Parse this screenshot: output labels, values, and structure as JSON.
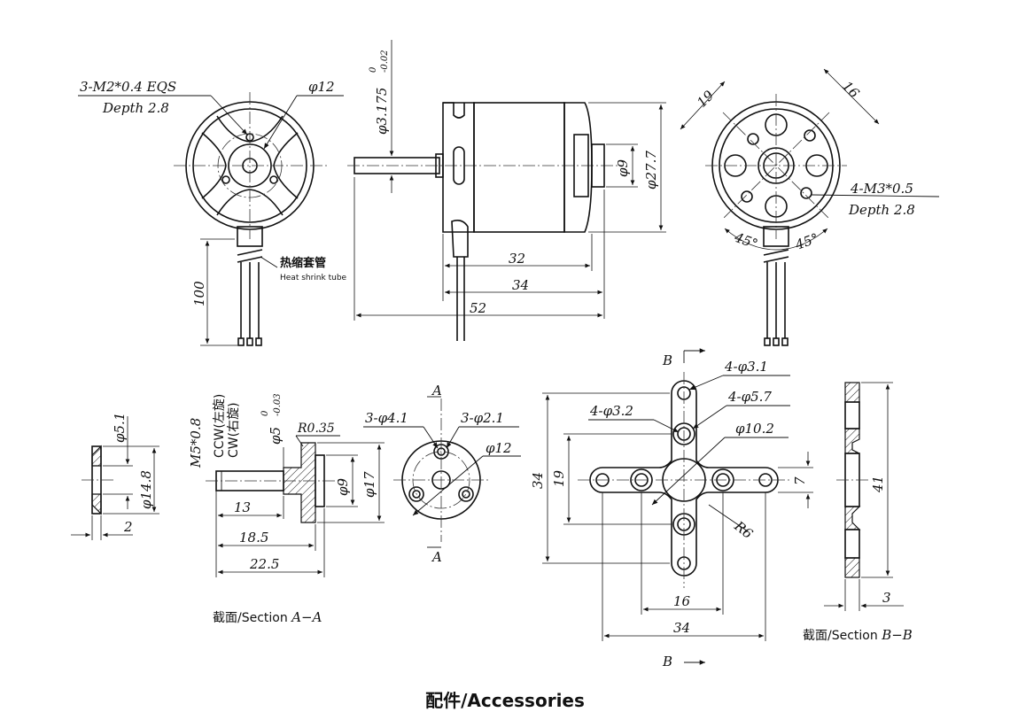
{
  "front_view": {
    "thread_label": "3-M2*0.4 EQS",
    "depth_label": "Depth 2.8",
    "dia_label": "φ12",
    "lead_length": "100",
    "heat_shrink_cn": "热缩套管",
    "heat_shrink_en": "Heat shrink tube"
  },
  "side_view": {
    "shaft_dia": "φ3.175",
    "shaft_tol_upper": "0",
    "shaft_tol_lower": "-0.02",
    "boss_dia": "φ9",
    "body_dia": "φ27.7",
    "len_32": "32",
    "len_34": "34",
    "len_52": "52"
  },
  "rear_view": {
    "dim_19": "19",
    "dim_16": "16",
    "thread_label": "4-M3*0.5",
    "depth_label": "Depth 2.8",
    "angle_left": "45°",
    "angle_right": "45°"
  },
  "collet": {
    "dia_51": "φ5.1",
    "dia_148": "φ14.8",
    "thick_2": "2",
    "thread": "M5*0.8",
    "ccw": "CCW(左旋)",
    "cw": "CW(右旋)",
    "bore_dia": "φ5",
    "bore_tol_upper": "0",
    "bore_tol_lower": "-0.03",
    "radius": "R0.35",
    "dia_9": "φ9",
    "dia_17": "φ17",
    "len_13": "13",
    "len_185": "18.5",
    "len_225": "22.5",
    "section_cn": "截面/Section",
    "section_mark": "A−A"
  },
  "prop_adapter": {
    "section_letter_top": "A",
    "section_letter_bottom": "A",
    "holes_41": "3-φ4.1",
    "holes_21": "3-φ2.1",
    "dia_12": "φ12"
  },
  "cross_mount": {
    "section_letter_top": "B",
    "section_letter_bottom": "B",
    "holes_31": "4-φ3.1",
    "holes_57": "4-φ5.7",
    "holes_32": "4-φ3.2",
    "dia_102": "φ10.2",
    "height_34": "34",
    "height_19": "19",
    "width_7": "7",
    "radius_6": "R6",
    "width_16": "16",
    "width_34": "34"
  },
  "mount_section": {
    "height_41": "41",
    "thick_3": "3",
    "section_cn": "截面/Section",
    "section_mark": "B−B"
  },
  "footer": {
    "title": "配件/Accessories"
  }
}
